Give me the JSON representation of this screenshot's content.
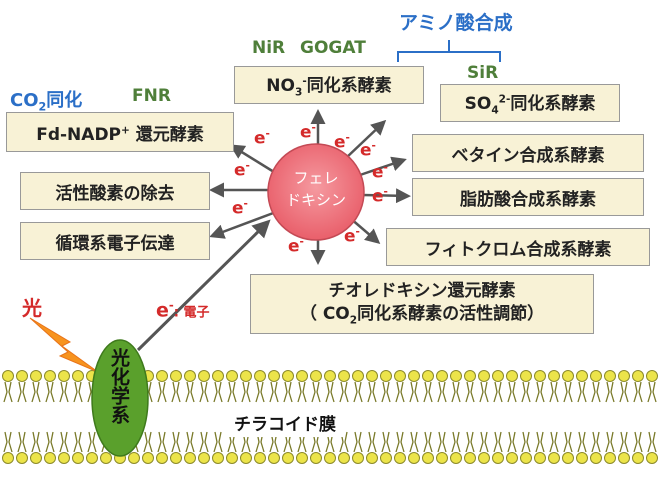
{
  "labels": {
    "amino_acid_synthesis": "アミノ酸合成",
    "nir": "NiR",
    "gogat": "GOGAT",
    "sir": "SiR",
    "co2_fixation_co": "CO",
    "co2_fixation_sub": "2",
    "co2_fixation_rest": "同化",
    "fnr": "FNR",
    "light": "光",
    "electron_e": "e",
    "electron_sup": "-",
    "electron_label": ": 電子",
    "photosystem": "光化学系",
    "thylakoid_membrane": "チラコイド膜",
    "ferredoxin_line1": "フェレ",
    "ferredoxin_line2": "ドキシン"
  },
  "boxes": {
    "no3_pre": "NO",
    "no3_sub": "3",
    "no3_sup": "-",
    "no3_post": "同化系酵素",
    "so4_pre": "SO",
    "so4_sub": "4",
    "so4_sup": "2-",
    "so4_post": "同化系酵素",
    "fdnadp_pre": "Fd-NADP",
    "fdnadp_sup": "+",
    "fdnadp_post": " 還元酵素",
    "betaine": "ベタイン合成系酵素",
    "ros": "活性酸素の除去",
    "fatty_acid": "脂肪酸合成系酵素",
    "cyclic": "循環系電子伝達",
    "phytochrome": "フィトクロム合成系酵素",
    "thioredoxin_line1": "チオレドキシン還元酵素",
    "thioredoxin_line2_pre": "（ CO",
    "thioredoxin_line2_sub": "2",
    "thioredoxin_line2_post": "同化系酵素の活性調節）"
  },
  "electron": {
    "e": "e",
    "sup": "-"
  },
  "colors": {
    "box_fill": "#f8f2d6",
    "ferredoxin_fill": "#ee6e78",
    "photosystem_fill": "#5aa02c",
    "membrane_head": "#ece44a",
    "electron_red": "#d42a2a",
    "label_green": "#4f7f3a",
    "label_blue": "#2b6fc7"
  }
}
